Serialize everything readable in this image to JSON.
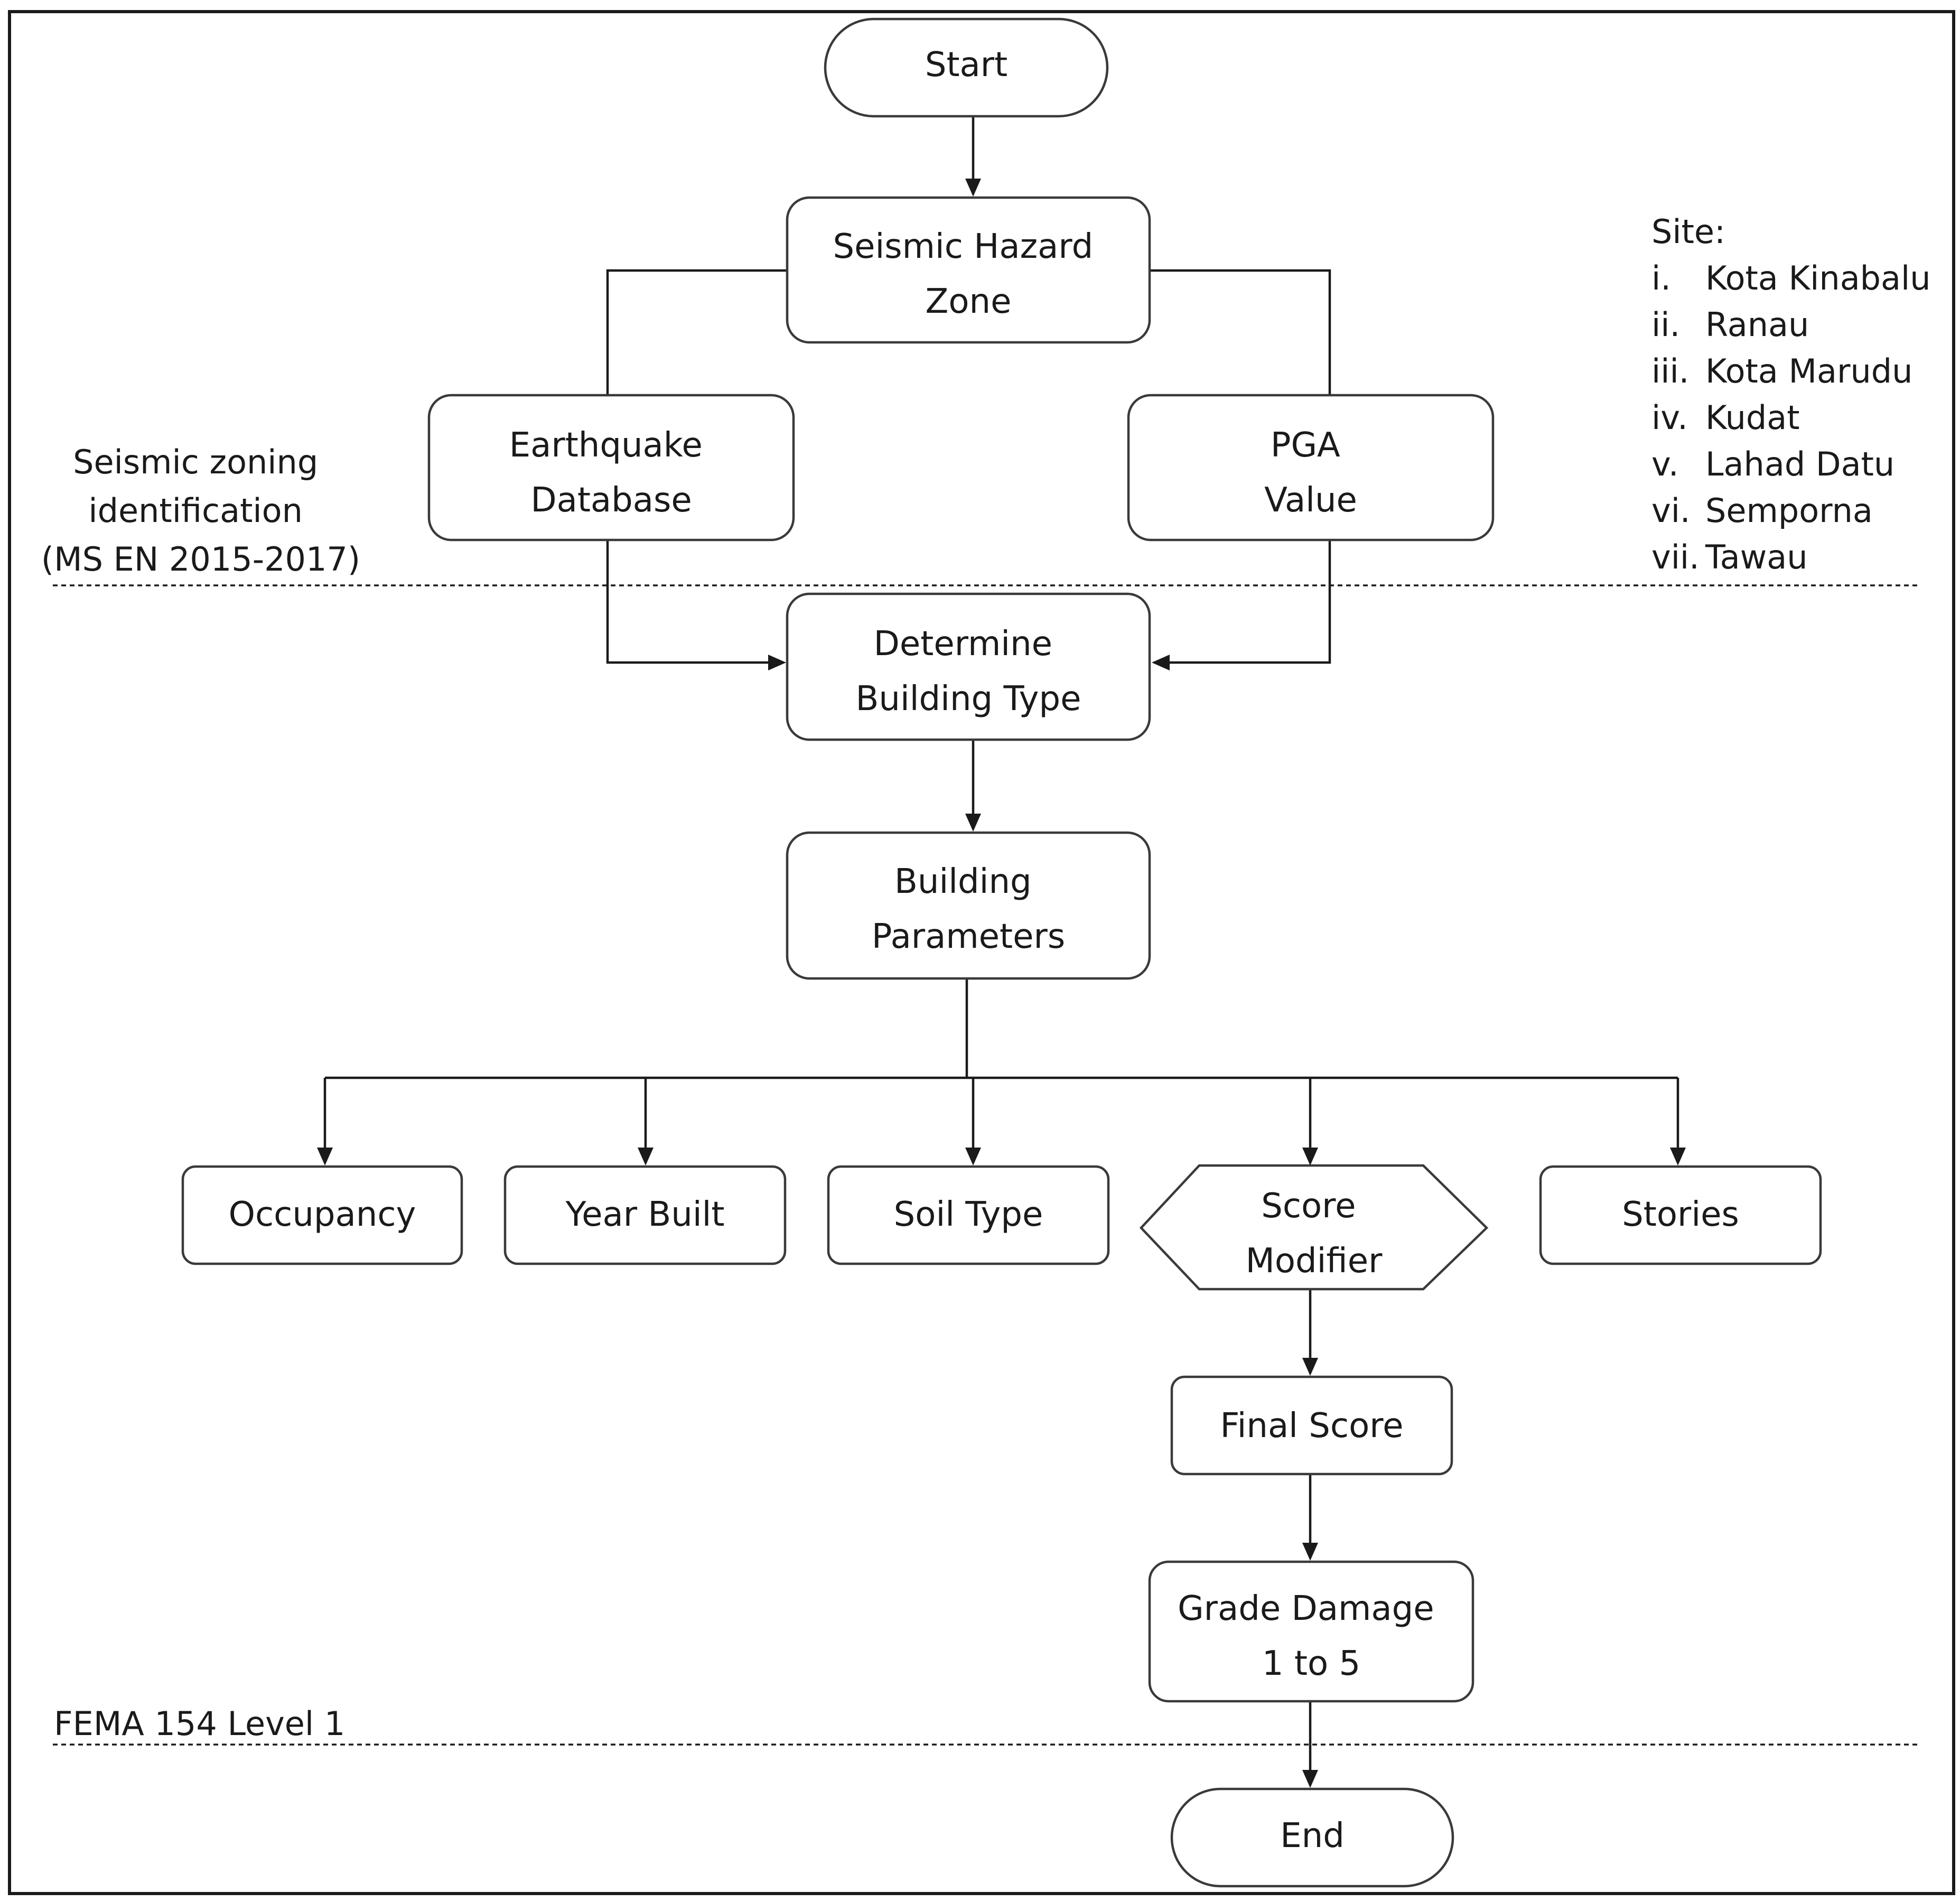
{
  "nodes": {
    "start": "Start",
    "hazard_zone": [
      "Seismic Hazard",
      "Zone"
    ],
    "eq_database": [
      "Earthquake",
      "Database"
    ],
    "pga_value": [
      "PGA",
      "Value"
    ],
    "building_type": [
      "Determine",
      "Building Type"
    ],
    "building_parameters": [
      "Building",
      "Parameters"
    ],
    "occupancy": "Occupancy",
    "year_built": "Year Built",
    "soil_type": "Soil Type",
    "score_modifier": [
      "Score",
      "Modifier"
    ],
    "stories": "Stories",
    "final_score": "Final Score",
    "grade_damage": [
      "Grade Damage",
      "1 to 5"
    ],
    "end": "End"
  },
  "sections": {
    "seismic_zoning": [
      "Seismic zoning",
      "identification",
      "(MS EN 2015-2017)"
    ],
    "fema": "FEMA 154 Level 1"
  },
  "sites": {
    "heading": "Site:",
    "items": [
      {
        "num": "i.",
        "name": "Kota Kinabalu"
      },
      {
        "num": "ii.",
        "name": "Ranau"
      },
      {
        "num": "iii.",
        "name": "Kota Marudu"
      },
      {
        "num": "iv.",
        "name": "Kudat"
      },
      {
        "num": "v.",
        "name": "Lahad Datu"
      },
      {
        "num": "vi.",
        "name": "Semporna"
      },
      {
        "num": "vii.",
        "name": "Tawau"
      }
    ]
  }
}
